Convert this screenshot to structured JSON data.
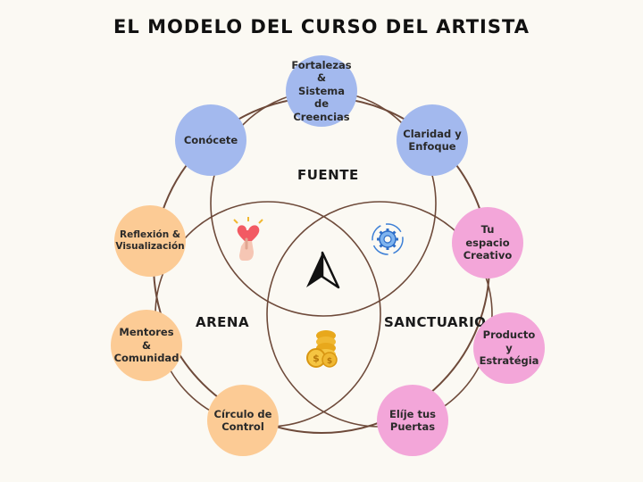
{
  "title": "EL MODELO DEL CURSO DEL ARTISTA",
  "regions": {
    "fuente": "FUENTE",
    "arena": "ARENA",
    "santuario": "SANCTUARIO"
  },
  "nodes": [
    {
      "label": "Fortalezas &\nSistema de\nCreencias",
      "color": "blue"
    },
    {
      "label": "Claridad y\nEnfoque",
      "color": "blue"
    },
    {
      "label": "Tu espacio\nCreativo",
      "color": "pink"
    },
    {
      "label": "Producto y\nEstratégia",
      "color": "pink"
    },
    {
      "label": "Elíje tus\nPuertas",
      "color": "pink"
    },
    {
      "label": "Círculo de\nControl",
      "color": "peach"
    },
    {
      "label": "Mentores &\nComunidad",
      "color": "peach"
    },
    {
      "label": "Reflexión &\nVisualización",
      "color": "peach"
    },
    {
      "label": "Conócete",
      "color": "blue"
    }
  ],
  "icons": [
    "heart-hand-icon",
    "gear-icon",
    "compass-arrow-icon",
    "coins-icon"
  ],
  "colors": {
    "blue": "#a3b9ee",
    "pink": "#f3a6d9",
    "peach": "#fccb95",
    "circle_line": "#6e4a3a"
  }
}
